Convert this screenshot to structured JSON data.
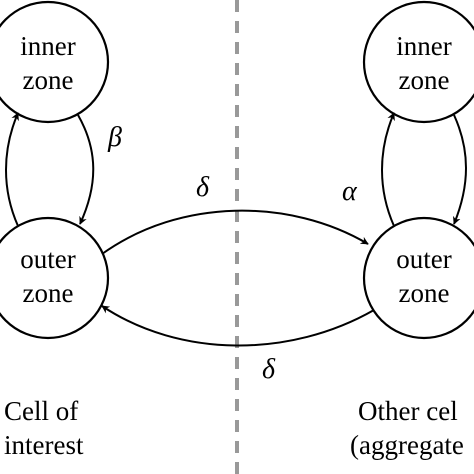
{
  "nodes": {
    "left_inner": {
      "line1": "inner",
      "line2": "zone"
    },
    "left_outer": {
      "line1": "outer",
      "line2": "zone"
    },
    "right_inner": {
      "line1": "inner",
      "line2": "zone"
    },
    "right_outer": {
      "line1": "outer",
      "line2": "zone"
    }
  },
  "edge_labels": {
    "beta": "β",
    "alpha": "α",
    "delta_top": "δ",
    "delta_bottom": "δ"
  },
  "captions": {
    "left": {
      "line1": "Cell of",
      "line2": "interest"
    },
    "right": {
      "line1": "Other cel",
      "line2": "(aggregate"
    }
  },
  "colors": {
    "stroke": "#000000",
    "divider": "#999999",
    "background": "#ffffff"
  }
}
